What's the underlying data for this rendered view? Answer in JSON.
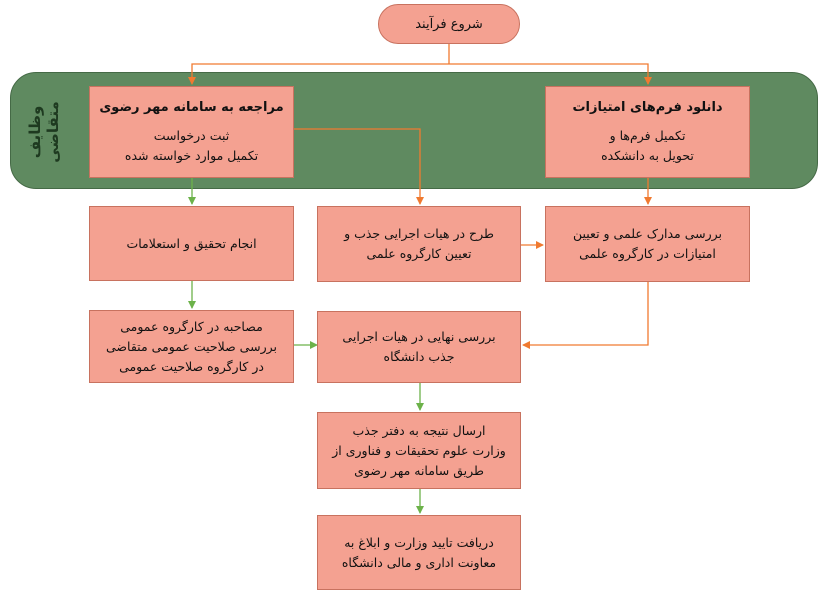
{
  "colors": {
    "box_fill": "#f4a191",
    "box_border": "#c8725f",
    "band_fill": "#5f8a60",
    "arrow_orange": "#f07a30",
    "arrow_green": "#6cb24a"
  },
  "start": {
    "label": "شروع فرآیند"
  },
  "band": {
    "label": "وظایف\nمتقاضی"
  },
  "nodes": {
    "download": {
      "title": "دانلود فرم‌های امتیازات",
      "text": "تکمیل فرم‌ها و\nتحویل به دانشکده"
    },
    "mehr": {
      "title": "مراجعه به سامانه مهر رضوی",
      "text": "ثبت درخواست\nتکمیل موارد خواسته شده"
    },
    "review_docs": {
      "text": "بررسی مدارک علمی و تعیین\nامتیازات در کارگروه علمی"
    },
    "propose": {
      "text": "طرح در هیات اجرایی جذب و\nتعیین کارگروه علمی"
    },
    "research": {
      "text": "انجام تحقیق و استعلامات"
    },
    "interview": {
      "text": "مصاحبه در کارگروه عمومی\nبررسی صلاحیت عمومی متقاضی\nدر کارگروه صلاحیت عمومی"
    },
    "final_review": {
      "text": "بررسی نهایی در هیات اجرایی\nجذب دانشگاه"
    },
    "send_result": {
      "text": "ارسال نتیجه به دفتر جذب\nوزارت علوم تحقیقات و فناوری از\nطریق سامانه مهر رضوی"
    },
    "receive": {
      "text": "دریافت تایید وزارت و ابلاغ به\nمعاونت اداری و مالی دانشگاه"
    }
  }
}
